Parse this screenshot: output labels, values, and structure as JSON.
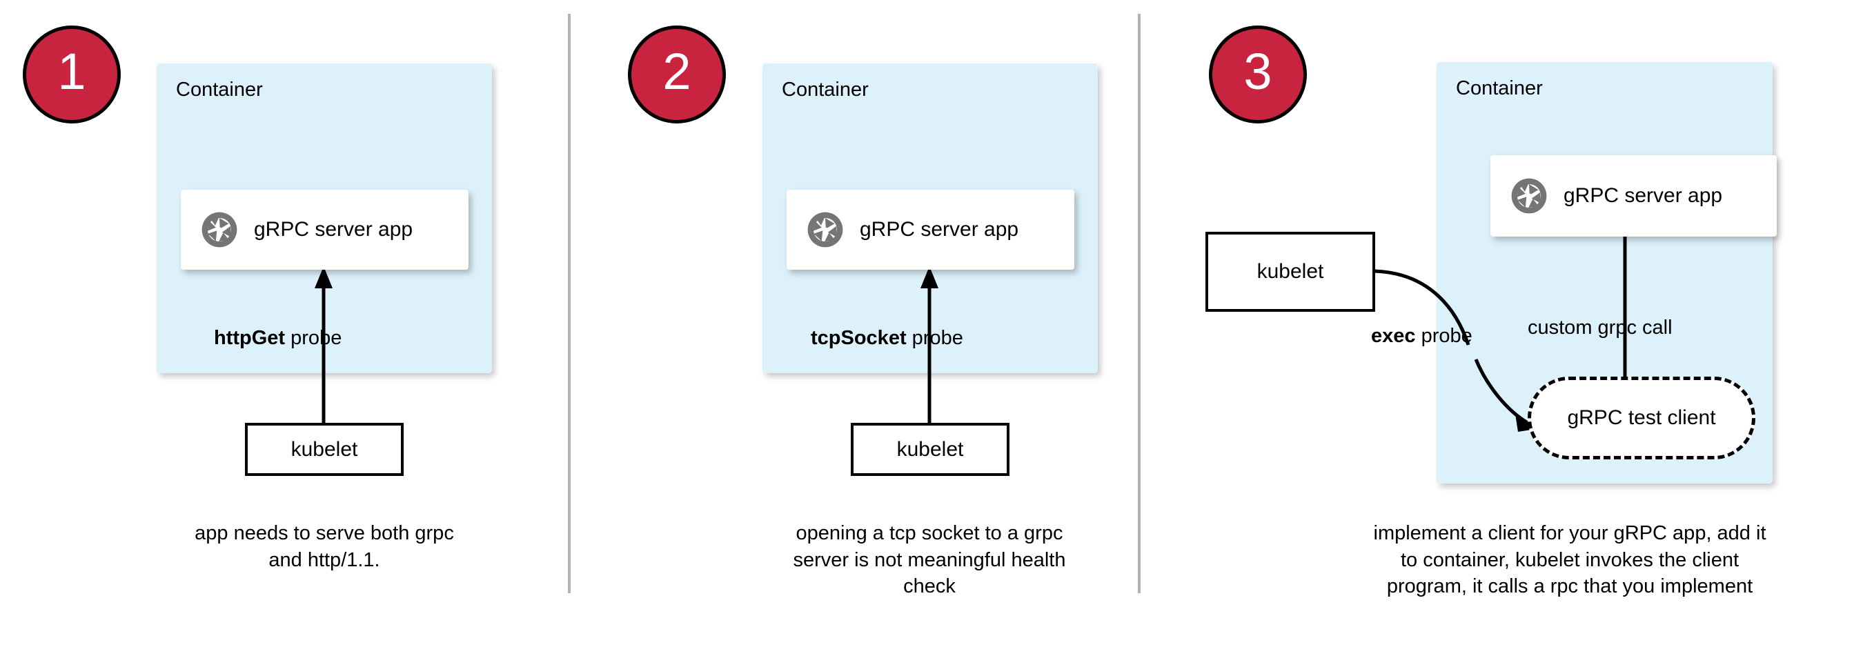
{
  "diagram": {
    "title": "Kubernetes gRPC health probe approaches",
    "colors": {
      "badge_fill": "#c9243f",
      "badge_border": "#000000",
      "badge_text": "#ffffff",
      "container_fill": "#ddf1fb",
      "card_fill": "#ffffff",
      "stroke": "#000000",
      "divider": "#b3b3b3",
      "icon_gray": "#757575"
    },
    "panels": [
      {
        "number": "1",
        "badge_name": "step-badge-1",
        "container_label": "Container",
        "app": {
          "label": "gRPC server app",
          "icon": "grpc-aperture-icon"
        },
        "probe": {
          "bold": "httpGet",
          "rest": " probe"
        },
        "source": {
          "label": "kubelet"
        },
        "caption": "app needs to serve both grpc and http/1.1.",
        "caption_lines": [
          "app needs to serve both grpc",
          "and http/1.1."
        ]
      },
      {
        "number": "2",
        "badge_name": "step-badge-2",
        "container_label": "Container",
        "app": {
          "label": "gRPC server app",
          "icon": "grpc-aperture-icon"
        },
        "probe": {
          "bold": "tcpSocket",
          "rest": " probe"
        },
        "source": {
          "label": "kubelet"
        },
        "caption": "opening a tcp socket to a grpc server is not meaningful health check",
        "caption_lines": [
          "opening a tcp socket to a grpc",
          "server is not meaningful health",
          "check"
        ]
      },
      {
        "number": "3",
        "badge_name": "step-badge-3",
        "container_label": "Container",
        "app": {
          "label": "gRPC server app",
          "icon": "grpc-aperture-icon"
        },
        "probe": {
          "bold": "exec",
          "rest": " probe"
        },
        "source": {
          "label": "kubelet"
        },
        "client": {
          "label": "gRPC test client"
        },
        "inner_call_label": "custom grpc call",
        "caption": "implement a client for your gRPC app, add it to container, kubelet invokes the client program, it calls a rpc that you implement",
        "caption_lines": [
          "implement a client for your gRPC app, add it",
          "to container, kubelet invokes the client",
          "program, it calls a rpc that you implement"
        ]
      }
    ]
  }
}
